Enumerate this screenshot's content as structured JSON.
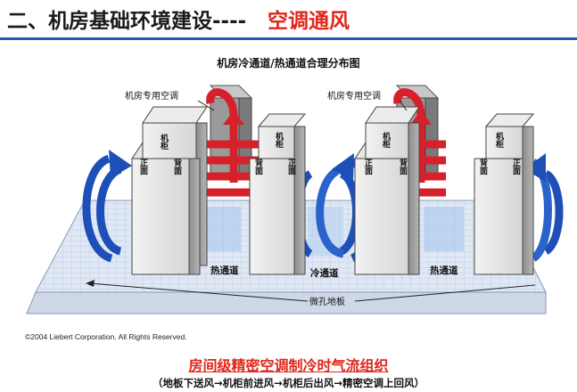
{
  "header": {
    "title_main": "二、机房基础环境建设----",
    "title_accent": "空调通风"
  },
  "diagram": {
    "title": "机房冷通道/热通道合理分布图",
    "ac_unit_label_left": "机房专用空调",
    "ac_unit_label_right": "机房专用空调",
    "cabinet_label": "机柜",
    "front_label": "正面",
    "back_label": "背面",
    "hot_aisle_label_left": "热通道",
    "cold_aisle_label": "冷通道",
    "hot_aisle_label_right": "热通道",
    "floor_label": "微孔地板",
    "copyright": "©2004 Liebert Corporation. All Rights Reserved."
  },
  "caption": {
    "title": "房间级精密空调制冷时气流组织",
    "subtitle": "（地板下送风→机柜前进风→机柜后出风→精密空调上回风）"
  },
  "colors": {
    "hot_air": "#d8202a",
    "cold_air": "#1e4fb8",
    "cold_air_light": "#8fb8e8",
    "accent": "#e0261b",
    "rule": "#1f5fa8"
  }
}
